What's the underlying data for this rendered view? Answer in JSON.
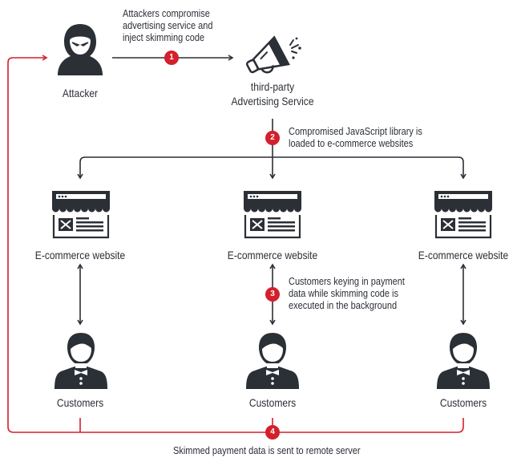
{
  "colors": {
    "ink": "#2b2f36",
    "accent_red": "#d3202b",
    "background": "#ffffff"
  },
  "nodes": {
    "attacker": {
      "label": "Attacker",
      "icon": "hooded-attacker-icon"
    },
    "ad_service": {
      "label_line1": "third-party",
      "label_line2": "Advertising Service",
      "icon": "megaphone-icon"
    },
    "websites": [
      {
        "label": "E-commerce website",
        "icon": "storefront-webpage-icon"
      },
      {
        "label": "E-commerce website",
        "icon": "storefront-webpage-icon"
      },
      {
        "label": "E-commerce website",
        "icon": "storefront-webpage-icon"
      }
    ],
    "customers": [
      {
        "label": "Customers",
        "icon": "customer-person-icon"
      },
      {
        "label": "Customers",
        "icon": "customer-person-icon"
      },
      {
        "label": "Customers",
        "icon": "customer-person-icon"
      }
    ]
  },
  "steps": [
    {
      "number": "1",
      "lines": [
        "Attackers compromise",
        "advertising service and",
        "inject skimming code"
      ]
    },
    {
      "number": "2",
      "lines": [
        "Compromised JavaScript library is",
        "loaded to e-commerce websites"
      ]
    },
    {
      "number": "3",
      "lines": [
        "Customers keying in payment",
        "data while skimming code is",
        "executed in the background"
      ]
    },
    {
      "number": "4",
      "lines": [
        "Skimmed payment data is sent to remote server"
      ]
    }
  ]
}
